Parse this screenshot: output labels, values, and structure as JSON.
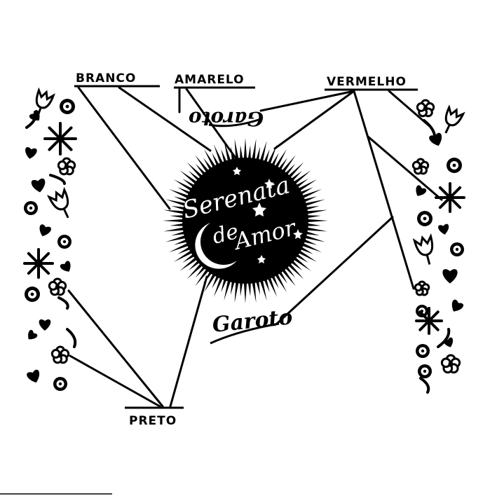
{
  "labels": {
    "branco": "BRANCO",
    "amarelo": "AMARELO",
    "vermelho": "VERMELHO",
    "preto": "PRETO"
  },
  "product": {
    "line1": "Serenata",
    "line2": "de",
    "line3": "Amor"
  },
  "brand": {
    "name": "Garoto",
    "mirrored": "Garoto"
  },
  "colors": {
    "ink": "#000000",
    "paper": "#ffffff"
  }
}
